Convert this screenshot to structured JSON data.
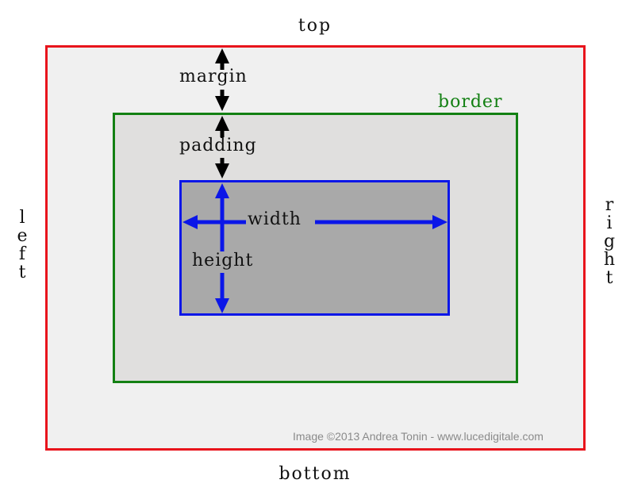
{
  "labels": {
    "top": "top",
    "bottom": "bottom",
    "left": [
      "l",
      "e",
      "f",
      "t"
    ],
    "right": [
      "r",
      "i",
      "g",
      "h",
      "t"
    ],
    "margin": "margin",
    "padding": "padding",
    "border": "border",
    "width": "width",
    "height": "height"
  },
  "credit": "Image ©2013 Andrea Tonin - www.lucedigitale.com",
  "colors": {
    "margin_border": "#e8141c",
    "margin_fill": "#f0f0f0",
    "border_line": "#138013",
    "border_fill": "#e0dfde",
    "content_line": "#0b16e8",
    "content_fill": "#a9a9a9",
    "text": "#111111",
    "border_text": "#138013",
    "arrow_black": "#000000",
    "arrow_blue": "#0b16e8",
    "credit_text": "#8a8a8a"
  }
}
